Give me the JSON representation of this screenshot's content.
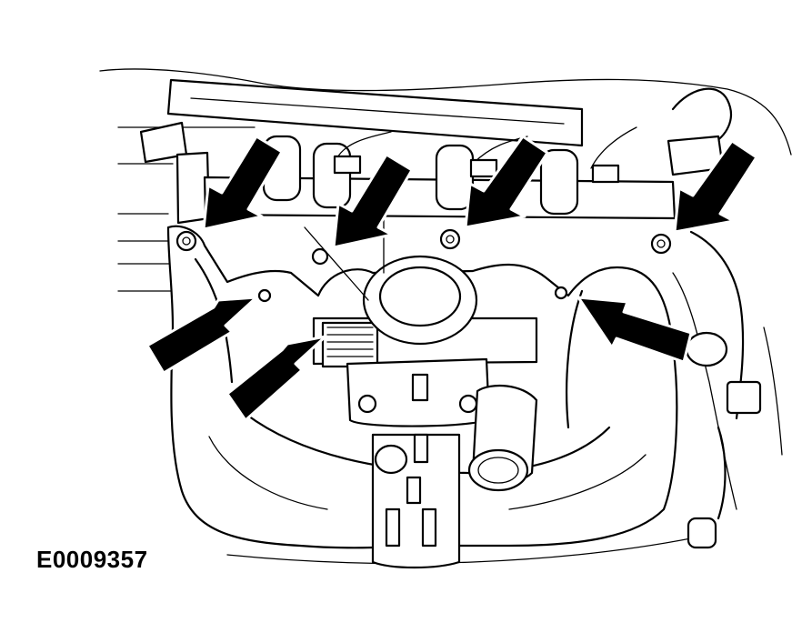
{
  "figure": {
    "code": "E0009357"
  },
  "colors": {
    "line": "#000000",
    "background": "#ffffff",
    "arrow_fill": "#000000"
  },
  "callouts": {
    "count": 7,
    "icon": "arrow-icon",
    "points_to": "mounting-fasteners"
  }
}
